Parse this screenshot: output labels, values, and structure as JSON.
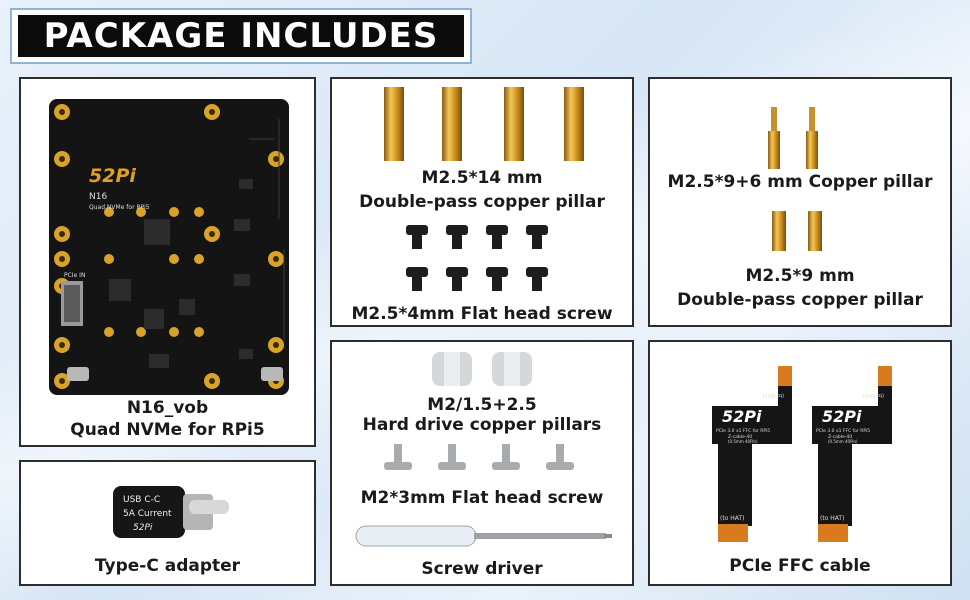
{
  "header": {
    "title": "PACKAGE INCLUDES"
  },
  "items": {
    "board": {
      "line1": "N16_vob",
      "line2": "Quad NVMe for RPi5",
      "logo": "52Pi",
      "silk_name": "N16",
      "silk_sub": "Quad NVMe for RPi5",
      "silk_pcie": "PCIe IN"
    },
    "pillar14": {
      "line1": "M2.5*14 mm",
      "line2": "Double-pass copper pillar"
    },
    "screw4": {
      "line1": "M2.5*4mm Flat head screw"
    },
    "pillar96": {
      "line1": "M2.5*9+6 mm Copper pillar"
    },
    "pillar9": {
      "line1": "M2.5*9 mm",
      "line2": "Double-pass copper pillar"
    },
    "hdd": {
      "line1": "M2/1.5+2.5",
      "line2": "Hard drive copper pillars"
    },
    "screw3": {
      "line1": "M2*3mm Flat head screw"
    },
    "driver": {
      "line1": "Screw driver"
    },
    "adapter": {
      "line1": "Type-C adapter",
      "silk1": "USB C-C",
      "silk2": "5A Current",
      "silk3": "52Pi"
    },
    "ffc": {
      "line1": "PCIe FFC cable",
      "logo": "52Pi",
      "silk1": "PCIe 3.0 x1 FFC for RPi5",
      "silk2": "Z-cable-40",
      "silk3": "(0.5mm 40Pin)",
      "to_hat": "(to HAT)",
      "to_pi": "(to RPi5)"
    }
  },
  "colors": {
    "gold": "#d9a22a",
    "board": "#141414",
    "border": "#2d2d2d"
  }
}
